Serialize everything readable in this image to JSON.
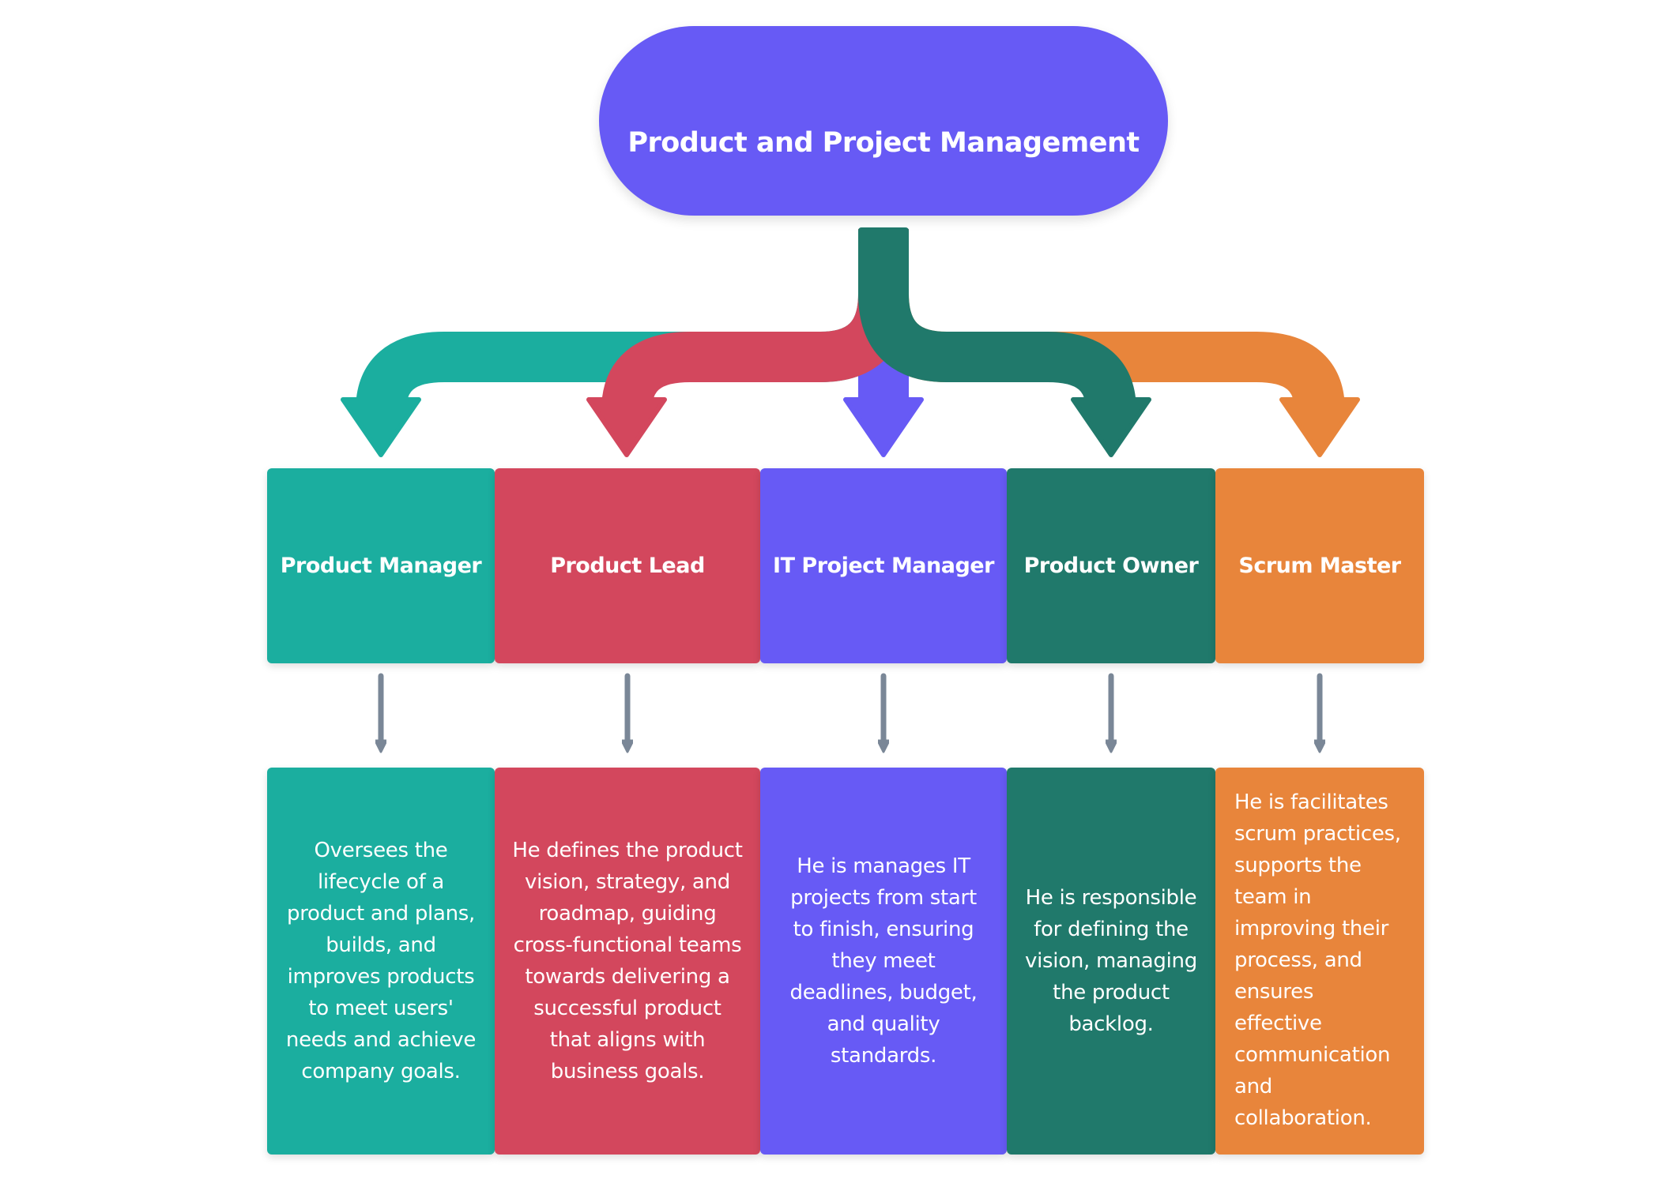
{
  "title": "Product and Project Management",
  "colors": {
    "hub": "#675AF5",
    "teal": "#1BAE9F",
    "red": "#D3475D",
    "purple": "#675AF5",
    "green": "#20796B",
    "orange": "#E8853B",
    "gray_arrow": "#7A8797"
  },
  "roles": [
    {
      "name": "Product Manager",
      "color": "#1BAE9F",
      "description": "Oversees the lifecycle of a product and plans, builds, and improves products to meet users' needs and achieve company goals."
    },
    {
      "name": "Product Lead",
      "color": "#D3475D",
      "description": "He defines the product vision, strategy, and roadmap, guiding cross-functional teams towards delivering a successful product that aligns with business goals."
    },
    {
      "name": "IT Project Manager",
      "color": "#675AF5",
      "description": "He is manages IT projects from start to finish, ensuring they meet deadlines, budget, and quality standards."
    },
    {
      "name": "Product Owner",
      "color": "#20796B",
      "description": "He is responsible for defining the vision, managing the product backlog."
    },
    {
      "name": "Scrum Master",
      "color": "#E8853B",
      "description": "He is facilitates scrum practices, supports the team in improving their process, and ensures effective communication and collaboration."
    }
  ]
}
